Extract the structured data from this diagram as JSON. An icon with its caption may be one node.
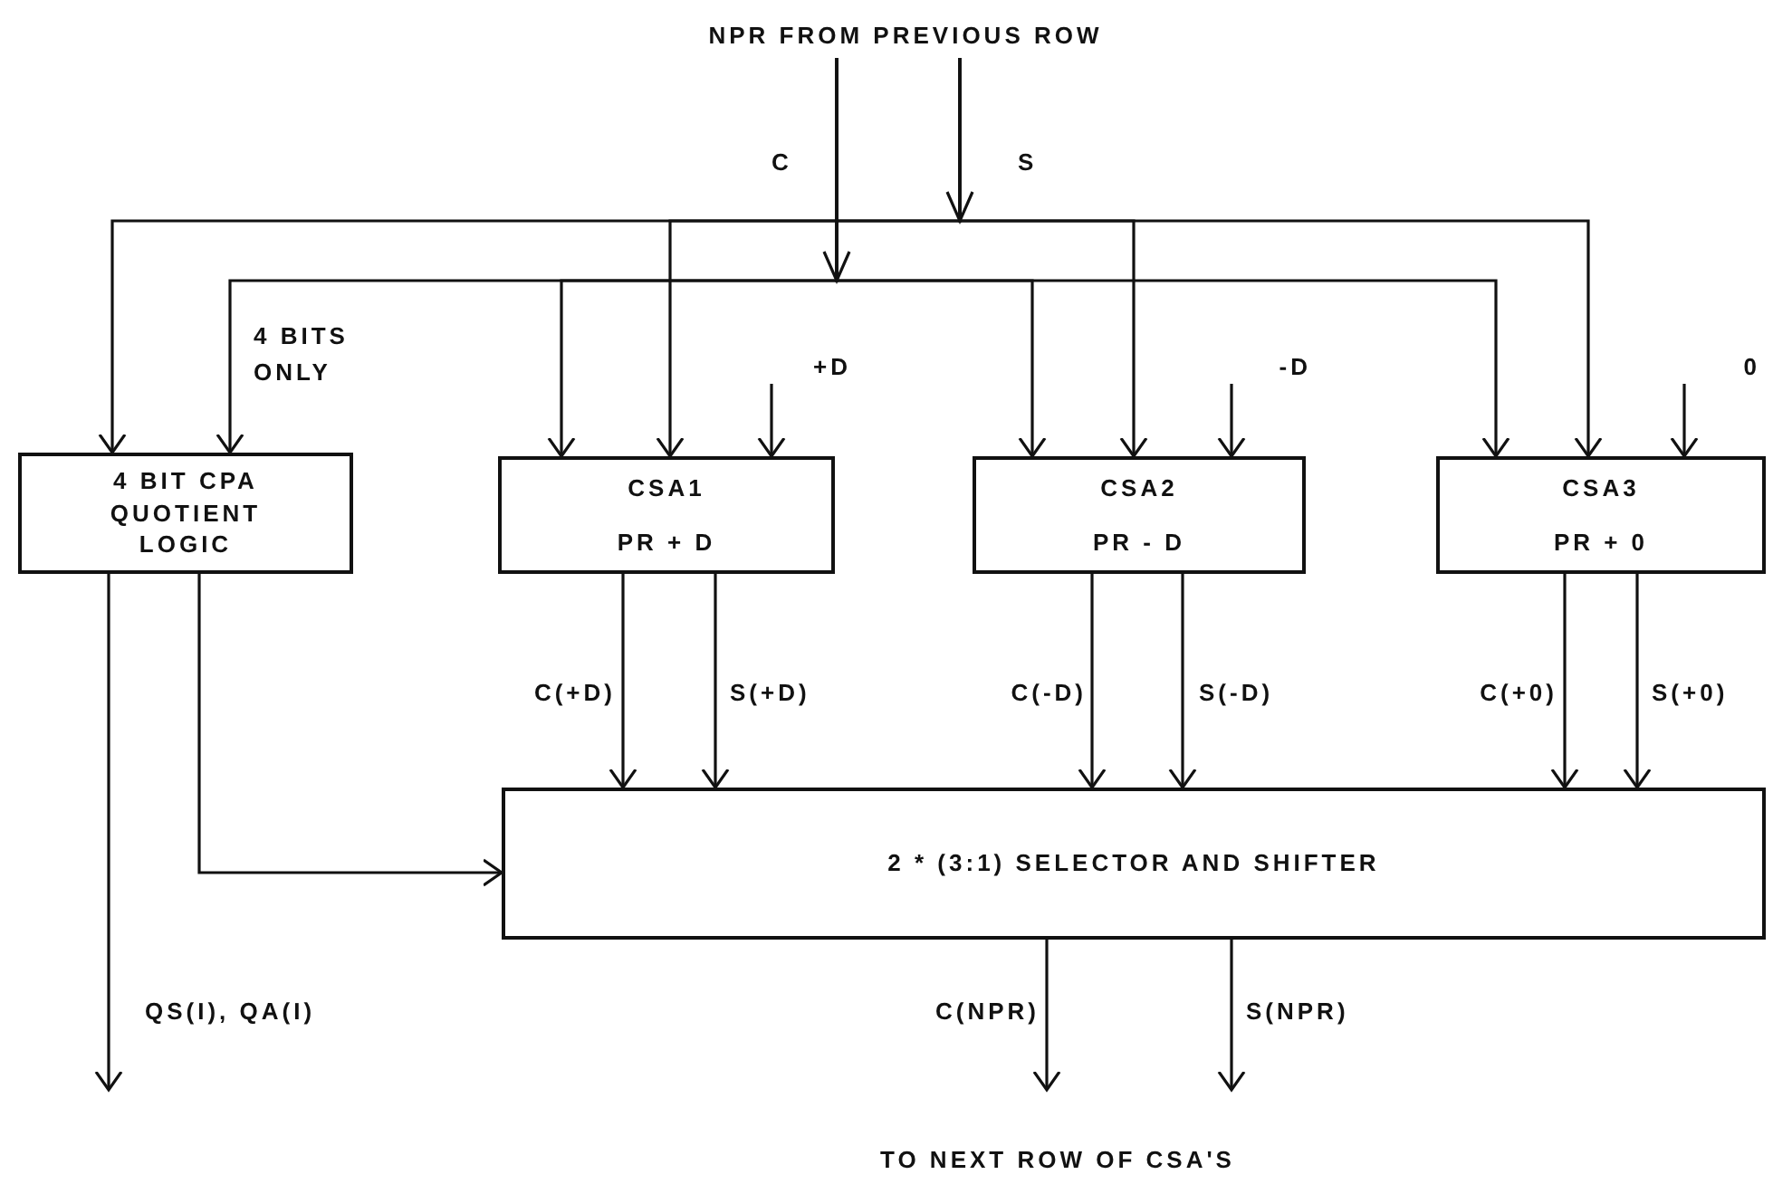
{
  "diagram": {
    "nodes": [
      {
        "text": [
          "NPR FROM PREVIOUS ROW"
        ]
      },
      {
        "text": [
          "+D"
        ]
      },
      {
        "text": [
          "-D"
        ]
      },
      {
        "text": [
          "0"
        ]
      },
      {
        "text": [
          "4 BIT CPA QUOTIENT LOGIC"
        ]
      },
      {
        "text": [
          "CSA1",
          "PR + D"
        ]
      },
      {
        "text": [
          "CSA2",
          "PR - D"
        ]
      },
      {
        "text": [
          "CSA3",
          "PR + 0"
        ]
      },
      {
        "text": [
          "2 * (3:1) SELECTOR AND SHIFTER"
        ]
      }
    ],
    "edges": [
      {
        "from": 0,
        "to": 4,
        "arrow": "to"
      },
      {
        "from": 0,
        "to": 5,
        "arrow": "to"
      },
      {
        "from": 0,
        "to": 6,
        "arrow": "to"
      },
      {
        "from": 0,
        "to": 7,
        "arrow": "to"
      },
      {
        "from": 0,
        "to": 4,
        "arrow": "to",
        "label": "4 BITS ONLY"
      },
      {
        "from": 0,
        "to": 5,
        "arrow": "to"
      },
      {
        "from": 0,
        "to": 6,
        "arrow": "to"
      },
      {
        "from": 0,
        "to": 7,
        "arrow": "to"
      },
      {
        "from": 1,
        "to": 5,
        "arrow": "to"
      },
      {
        "from": 2,
        "to": 6,
        "arrow": "to"
      },
      {
        "from": 3,
        "to": 7,
        "arrow": "to"
      },
      {
        "from": 4,
        "to": 8,
        "arrow": "to"
      },
      {
        "from": 5,
        "to": 8,
        "arrow": "to",
        "label": "C(+D)"
      },
      {
        "from": 5,
        "to": 8,
        "arrow": "to",
        "label": "S(+D)"
      },
      {
        "from": 6,
        "to": 8,
        "arrow": "to",
        "label": "C(-D)"
      },
      {
        "from": 6,
        "to": 8,
        "arrow": "to",
        "label": "S(-D)"
      },
      {
        "from": 7,
        "to": 8,
        "arrow": "to",
        "label": "C(+0)"
      },
      {
        "from": 7,
        "to": 8,
        "arrow": "to",
        "label": "S(+0)"
      },
      {
        "from": 4,
        "to": null,
        "arrow": "to",
        "label": "QS(I), QA(I)"
      },
      {
        "from": 8,
        "to": null,
        "arrow": "to",
        "label": "C(NPR)"
      },
      {
        "from": 8,
        "to": null,
        "arrow": "to",
        "label": "S(NPR)"
      }
    ],
    "labels": [
      "C",
      "S",
      "TO NEXT ROW OF CSA'S"
    ]
  }
}
